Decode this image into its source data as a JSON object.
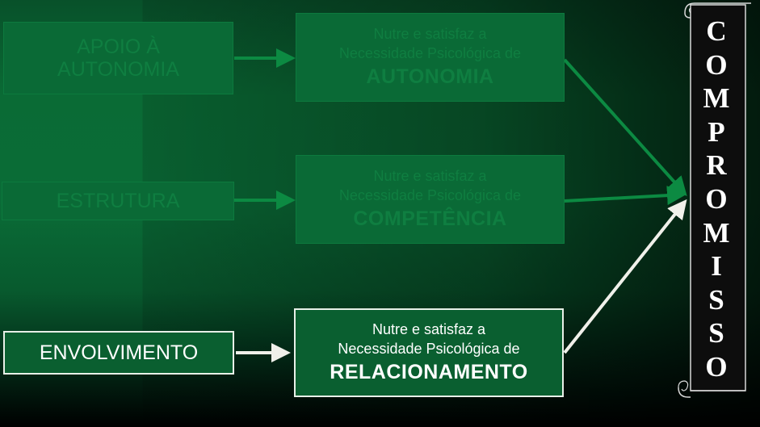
{
  "left_boxes": {
    "apoio": "APOIO À AUTONOMIA",
    "estrutura": "ESTRUTURA",
    "envolvimento": "ENVOLVIMENTO"
  },
  "needs": {
    "autonomia": {
      "line1": "Nutre e satisfaz a",
      "line2": "Necessidade Psicológica de",
      "need": "AUTONOMIA"
    },
    "competencia": {
      "line1": "Nutre e satisfaz a",
      "line2": "Necessidade Psicológica de",
      "need": "COMPETÊNCIA"
    },
    "relacionamento": {
      "line1": "Nutre e satisfaz a",
      "line2": "Necessidade Psicológica de",
      "need": "RELACIONAMENTO"
    }
  },
  "outcome": {
    "letters": [
      "C",
      "O",
      "M",
      "P",
      "R",
      "O",
      "M",
      "I",
      "S",
      "S",
      "O"
    ]
  },
  "colors": {
    "background_green": "#0a6c37",
    "faded_box": "#0a6a36",
    "faded_text": "#0f7e41",
    "faded_arrow": "#0c8a42",
    "active_box": "#0a5f30",
    "active_arrow": "#f0f0ea",
    "scroll": "#0d0d0d"
  }
}
